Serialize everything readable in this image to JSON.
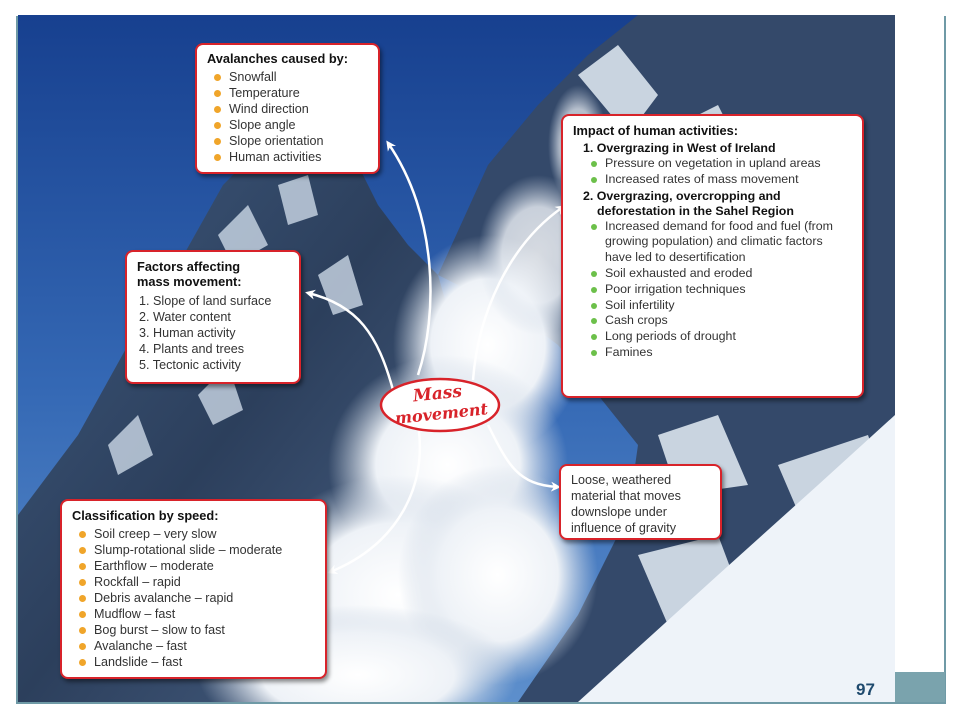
{
  "avalanches": {
    "title": "Avalanches caused by:",
    "items": [
      "Snowfall",
      "Temperature",
      "Wind direction",
      "Slope angle",
      "Slope orientation",
      "Human activities"
    ]
  },
  "factors": {
    "title_line1": "Factors affecting",
    "title_line2": "mass movement:",
    "items": [
      "1. Slope of land surface",
      "2. Water content",
      "3. Human activity",
      "4. Plants and trees",
      "5. Tectonic activity"
    ]
  },
  "classification": {
    "title": "Classification by speed:",
    "items": [
      "Soil creep – very slow",
      "Slump-rotational slide – moderate",
      "Earthflow – moderate",
      "Rockfall – rapid",
      "Debris avalanche – rapid",
      "Mudflow – fast",
      "Bog burst – slow to fast",
      "Avalanche – fast",
      "Landslide – fast"
    ]
  },
  "impact": {
    "title": "Impact of human activities:",
    "section1_title": "1. Overgrazing in West of Ireland",
    "section1_items": [
      "Pressure on vegetation in upland areas",
      "Increased rates of mass movement"
    ],
    "section2_title_line1": "2. Overgrazing, overcropping and",
    "section2_title_line2": "deforestation in the Sahel Region",
    "section2_items": [
      "Increased demand for food and fuel (from growing population) and climatic factors have led to desertification",
      "Soil exhausted and eroded",
      "Poor irrigation techniques",
      "Soil infertility",
      "Cash crops",
      "Long periods of drought",
      "Famines"
    ]
  },
  "definition": {
    "text": "Loose, weathered material that moves downslope under influence of gravity"
  },
  "center_label": {
    "line1": "Mass",
    "line2": "movement"
  },
  "page_number": "97",
  "colors": {
    "box_border": "#d8232a",
    "bullet_orange": "#f0a52a",
    "bullet_green": "#6cc04a",
    "page_number": "#1f4a6e",
    "frame": "#7aa3ad"
  }
}
